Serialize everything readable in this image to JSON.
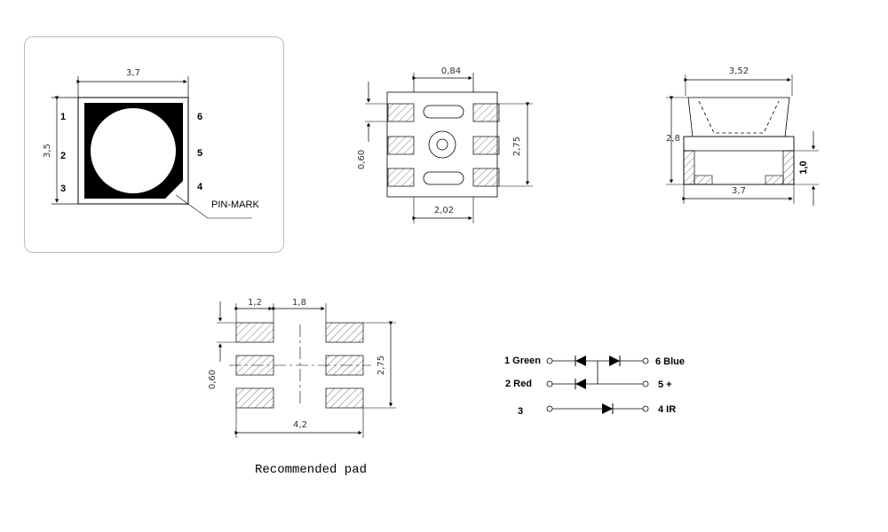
{
  "top_view": {
    "dim_width": "3,7",
    "dim_height": "3,5",
    "pins_left": [
      "1",
      "2",
      "3"
    ],
    "pins_right": [
      "6",
      "5",
      "4"
    ],
    "pin_mark": "PIN-MARK"
  },
  "bottom_view": {
    "dim_pitch": "0,84",
    "dim_pad_height": "0,60",
    "dim_height": "2,75",
    "dim_width": "2,02"
  },
  "side_view": {
    "dim_top": "3,52",
    "dim_height": "2,8",
    "dim_base": "1,0",
    "dim_width": "3,7"
  },
  "pad_view": {
    "dim_pad_w": "1,2",
    "dim_gap": "1,8",
    "dim_pad_h": "0,60",
    "dim_height": "2,75",
    "dim_width": "4,2",
    "caption": "Recommended pad"
  },
  "circuit": {
    "pins": [
      {
        "left": "1 Green",
        "right": "6 Blue"
      },
      {
        "left": "2 Red",
        "right": "5 +"
      },
      {
        "left": "3",
        "right": "4 IR"
      }
    ]
  }
}
